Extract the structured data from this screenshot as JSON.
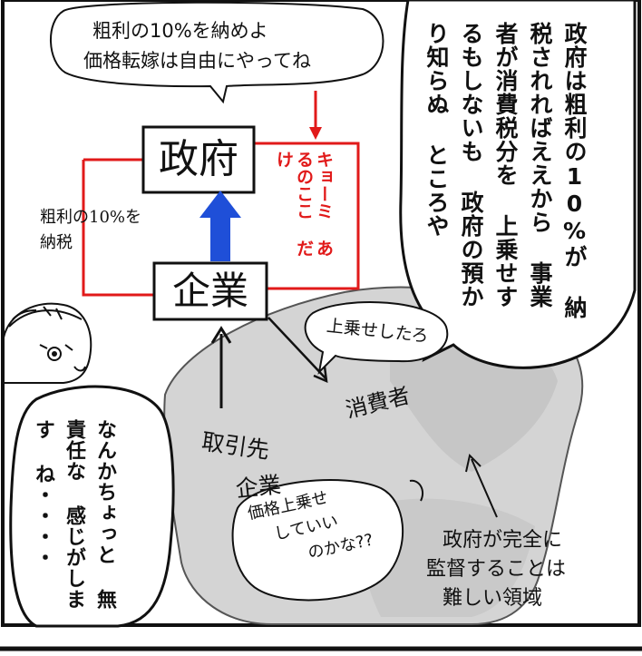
{
  "top_bubble": {
    "lines": [
      "粗利の10%を納めよ",
      "価格転嫁は自由にやってね"
    ]
  },
  "government_box": {
    "label": "政府"
  },
  "company_box": {
    "label": "企業"
  },
  "left_note": {
    "lines": [
      "粗利の10%を",
      "納税"
    ]
  },
  "red_note": {
    "lines": [
      "キョーミ",
      "あるのここ",
      "だけ"
    ]
  },
  "right_bubble": {
    "lines": [
      "政府は粗利の10%が",
      "納税されればええから",
      "事業者が消費税分を",
      "上乗せするもしないも",
      "政府の預かり知らぬ",
      "ところや"
    ]
  },
  "left_bubble": {
    "lines": [
      "なんかちょっと",
      "無責任な",
      "感じがします",
      "ね・・・・"
    ]
  },
  "small_bubble_top": {
    "text": "上乗せしたろ"
  },
  "consumer_label": {
    "text": "消費者"
  },
  "supplier_label": {
    "lines": [
      "取引先",
      "企業"
    ]
  },
  "inner_bubble": {
    "lines": [
      "価格上乗せ",
      "していい",
      "のかな??"
    ]
  },
  "bottom_right_note": {
    "lines": [
      "政府が完全に",
      "監督することは",
      "難しい領域"
    ]
  },
  "colors": {
    "red": "#e11a1a",
    "blue": "#1f4fd8",
    "gray_area": "#d4d4d4"
  },
  "icons": [
    "face-peeking-icon"
  ]
}
